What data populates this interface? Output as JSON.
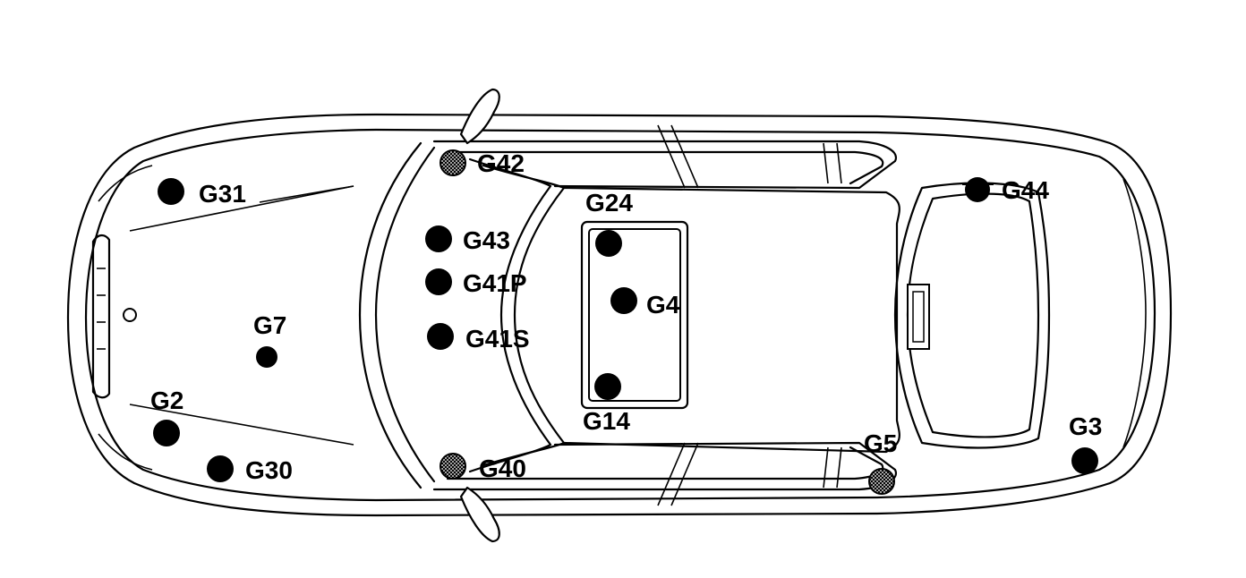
{
  "diagram": {
    "ground_points": [
      {
        "label": "G31",
        "style": "solid"
      },
      {
        "label": "G42",
        "style": "hatched"
      },
      {
        "label": "G43",
        "style": "solid"
      },
      {
        "label": "G41P",
        "style": "solid"
      },
      {
        "label": "G41S",
        "style": "solid"
      },
      {
        "label": "G24",
        "style": "solid"
      },
      {
        "label": "G4",
        "style": "solid"
      },
      {
        "label": "G14",
        "style": "solid"
      },
      {
        "label": "G7",
        "style": "solid"
      },
      {
        "label": "G2",
        "style": "solid"
      },
      {
        "label": "G30",
        "style": "solid"
      },
      {
        "label": "G40",
        "style": "hatched"
      },
      {
        "label": "G5",
        "style": "hatched"
      },
      {
        "label": "G44",
        "style": "solid"
      },
      {
        "label": "G3",
        "style": "solid"
      }
    ],
    "colors": {
      "line": "#000000",
      "background": "#ffffff"
    }
  }
}
